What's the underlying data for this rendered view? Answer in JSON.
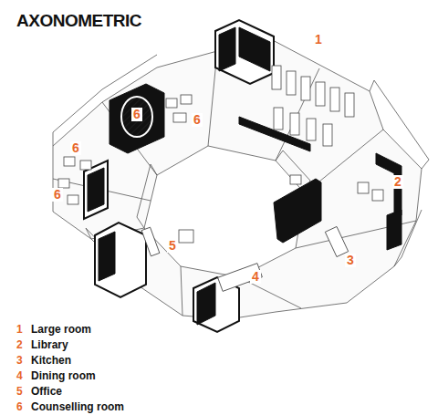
{
  "diagram": {
    "title": "AXONOMETRIC",
    "labels": [
      "1",
      "2",
      "3",
      "4",
      "5",
      "6",
      "6",
      "6",
      "6",
      "1",
      "2",
      "3",
      "4",
      "5",
      "6"
    ],
    "legend": [
      {
        "text": "Large room"
      },
      {
        "text": "Library"
      },
      {
        "text": "Kitchen"
      },
      {
        "text": "Dining room"
      },
      {
        "text": "Office"
      },
      {
        "text": "Counselling room"
      }
    ]
  }
}
